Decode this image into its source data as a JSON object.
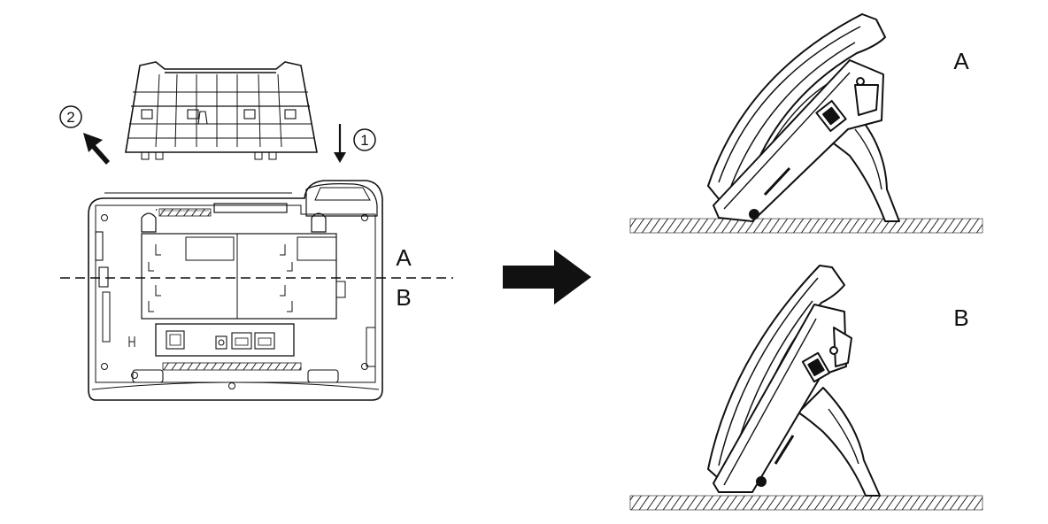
{
  "steps": {
    "step1": "1",
    "step2": "2"
  },
  "cut_line": {
    "label_upper": "A",
    "label_lower": "B"
  },
  "side_views": {
    "top_label": "A",
    "bottom_label": "B"
  },
  "colors": {
    "ink": "#111111",
    "background": "#ffffff"
  },
  "icons": [
    "arrow-right-icon",
    "arrow-down-icon",
    "arrow-up-left-icon",
    "hatch-surface-icon"
  ]
}
